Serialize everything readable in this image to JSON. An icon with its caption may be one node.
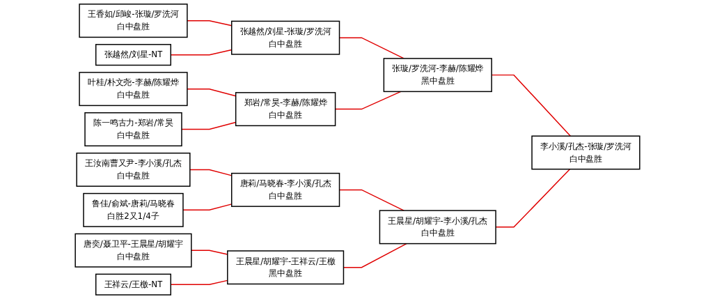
{
  "diagram": {
    "nodes": [
      {
        "text": [
          "王香如/邱峻-张璇/罗洗河",
          "白中盘胜"
        ]
      },
      {
        "text": [
          "张越然/刘星-NT"
        ]
      },
      {
        "text": [
          "叶桂/朴文尧-李赫/陈耀烨",
          "白中盘胜"
        ]
      },
      {
        "text": [
          "陈一鸣古力-郑岩/常昊",
          "白中盘胜"
        ]
      },
      {
        "text": [
          "王汝南曹又尹-李小溪/孔杰",
          "白中盘胜"
        ]
      },
      {
        "text": [
          "鲁佳/俞斌-唐莉/马晓春",
          "白胜2又1/4子"
        ]
      },
      {
        "text": [
          "唐奕/聂卫平-王晨星/胡耀宇",
          "白中盘胜"
        ]
      },
      {
        "text": [
          "王祥云/王檄-NT"
        ]
      },
      {
        "text": [
          "张越然/刘星-张璇/罗洗河",
          "白中盘胜"
        ]
      },
      {
        "text": [
          "郑岩/常昊-李赫/陈耀烨",
          "白中盘胜"
        ]
      },
      {
        "text": [
          "唐莉/马晓春-李小溪/孔杰",
          "白中盘胜"
        ]
      },
      {
        "text": [
          "王晨星/胡耀宇-王祥云/王檄",
          "黑中盘胜"
        ]
      },
      {
        "text": [
          "张璇/罗洗河-李赫/陈耀烨",
          "黑中盘胜"
        ]
      },
      {
        "text": [
          "王晨星/胡耀宇-李小溪/孔杰",
          "白中盘胜"
        ]
      },
      {
        "text": [
          "李小溪/孔杰-张璇/罗洗河",
          "白中盘胜"
        ]
      }
    ],
    "edges": [
      {
        "from": 0,
        "to": 8,
        "arrow": "none"
      },
      {
        "from": 1,
        "to": 8,
        "arrow": "none"
      },
      {
        "from": 2,
        "to": 9,
        "arrow": "none"
      },
      {
        "from": 3,
        "to": 9,
        "arrow": "none"
      },
      {
        "from": 4,
        "to": 10,
        "arrow": "none"
      },
      {
        "from": 5,
        "to": 10,
        "arrow": "none"
      },
      {
        "from": 6,
        "to": 11,
        "arrow": "none"
      },
      {
        "from": 7,
        "to": 11,
        "arrow": "none"
      },
      {
        "from": 8,
        "to": 12,
        "arrow": "none"
      },
      {
        "from": 9,
        "to": 12,
        "arrow": "none"
      },
      {
        "from": 10,
        "to": 13,
        "arrow": "none"
      },
      {
        "from": 11,
        "to": 13,
        "arrow": "none"
      },
      {
        "from": 12,
        "to": 14,
        "arrow": "none"
      },
      {
        "from": 13,
        "to": 14,
        "arrow": "none"
      }
    ]
  }
}
